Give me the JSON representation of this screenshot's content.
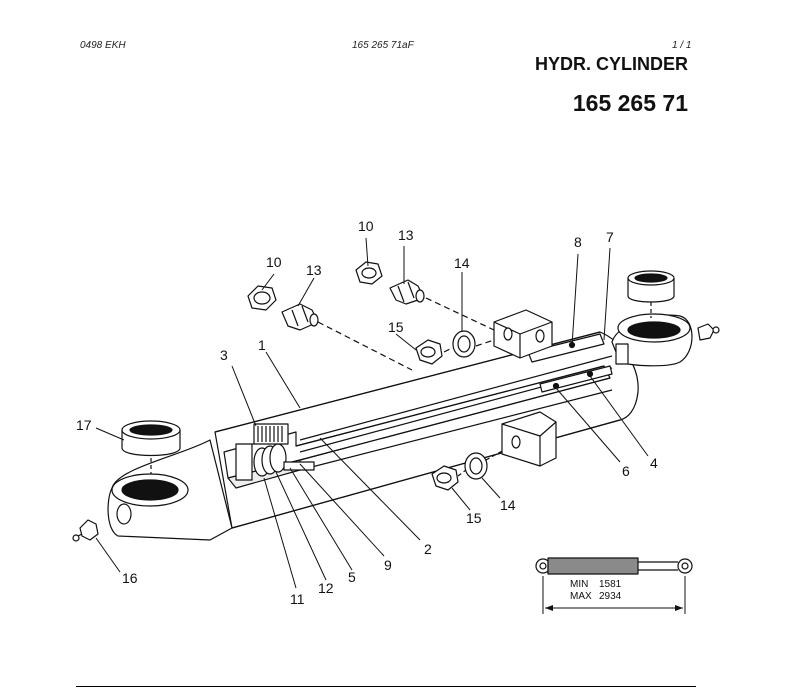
{
  "header": {
    "left_code": "0498 EKH",
    "doc_number": "165 265 71aF",
    "page": "1 / 1",
    "title": "HYDR. CYLINDER",
    "part_number": "165 265 71"
  },
  "callouts": [
    "1",
    "2",
    "3",
    "4",
    "5",
    "6",
    "7",
    "8",
    "9",
    "10",
    "10",
    "11",
    "12",
    "13",
    "13",
    "14",
    "14",
    "15",
    "15",
    "16",
    "17"
  ],
  "dimensions": {
    "min_label": "MIN",
    "min_value": "1581",
    "max_label": "MAX",
    "max_value": "2934"
  },
  "colors": {
    "line": "#111111",
    "shade": "#8a8a8a",
    "fill": "#ffffff"
  }
}
